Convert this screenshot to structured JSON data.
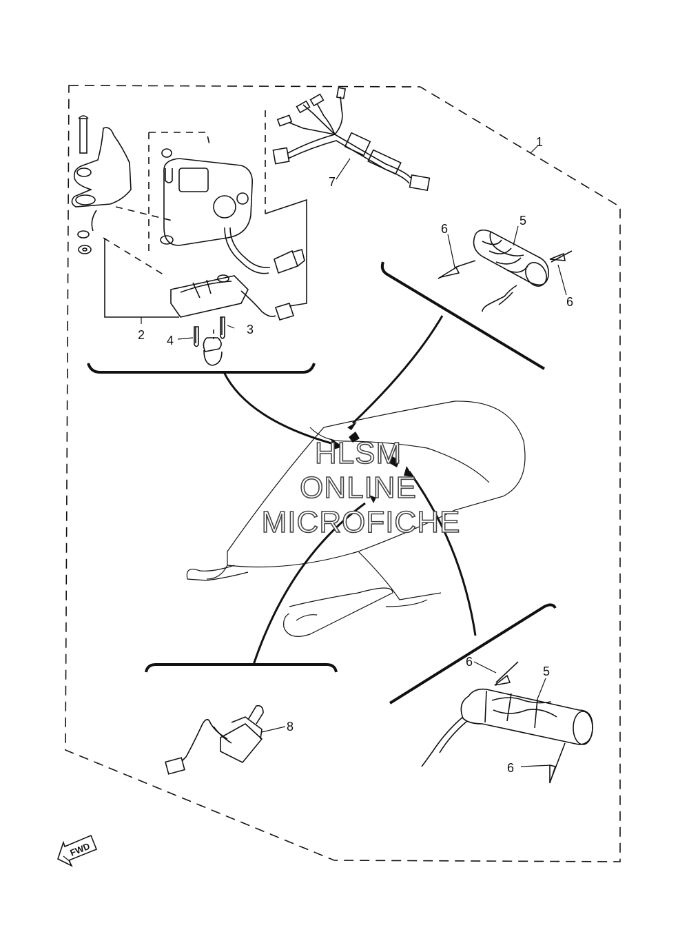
{
  "callouts": {
    "c1": "1",
    "c2": "2",
    "c3": "3",
    "c4": "4",
    "c5_upper": "5",
    "c6_upper_left": "6",
    "c6_upper_right": "6",
    "c7": "7",
    "c5_lower": "5",
    "c6_lower_top": "6",
    "c6_lower_bottom": "6",
    "c8": "8"
  },
  "watermark": [
    "HLSM",
    "ONLINE",
    "MICROFICHE"
  ],
  "fwd_label": "FWD",
  "colors": {
    "line": "#111111",
    "watermark_stroke": "#444444",
    "background": "#ffffff"
  }
}
